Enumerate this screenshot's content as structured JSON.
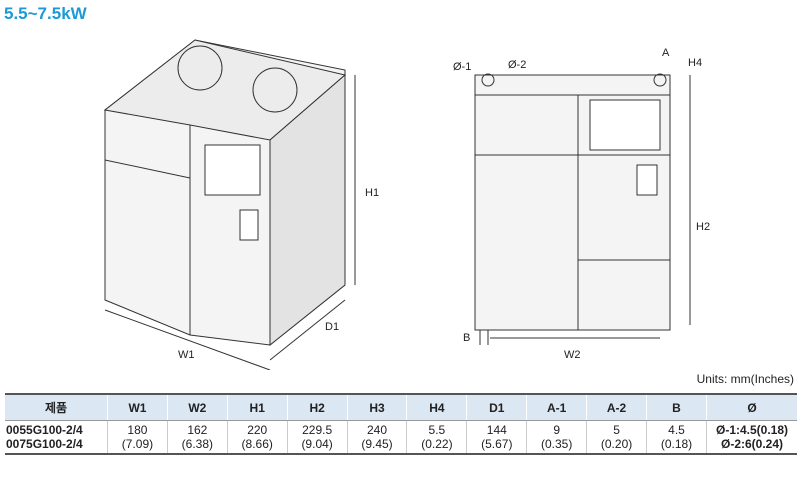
{
  "title": "5.5~7.5kW",
  "drawing_labels": {
    "h1": "H1",
    "d1": "D1",
    "w1": "W1",
    "phi1": "Ø-1",
    "phi2": "Ø-2",
    "a": "A",
    "h4": "H4",
    "h2": "H2",
    "b": "B",
    "w2": "W2"
  },
  "units": "Units: mm(Inches)",
  "table": {
    "headers": [
      "제품",
      "W1",
      "W2",
      "H1",
      "H2",
      "H3",
      "H4",
      "D1",
      "A-1",
      "A-2",
      "B",
      "Ø"
    ],
    "row": {
      "model1": "0055G100-2/4",
      "model2": "0075G100-2/4",
      "cells": [
        [
          "180",
          "(7.09)"
        ],
        [
          "162",
          "(6.38)"
        ],
        [
          "220",
          "(8.66)"
        ],
        [
          "229.5",
          "(9.04)"
        ],
        [
          "240",
          "(9.45)"
        ],
        [
          "5.5",
          "(0.22)"
        ],
        [
          "144",
          "(5.67)"
        ],
        [
          "9",
          "(0.35)"
        ],
        [
          "5",
          "(0.20)"
        ],
        [
          "4.5",
          "(0.18)"
        ],
        [
          "Ø-1:4.5(0.18)",
          "Ø-2:6(0.24)"
        ]
      ]
    }
  }
}
